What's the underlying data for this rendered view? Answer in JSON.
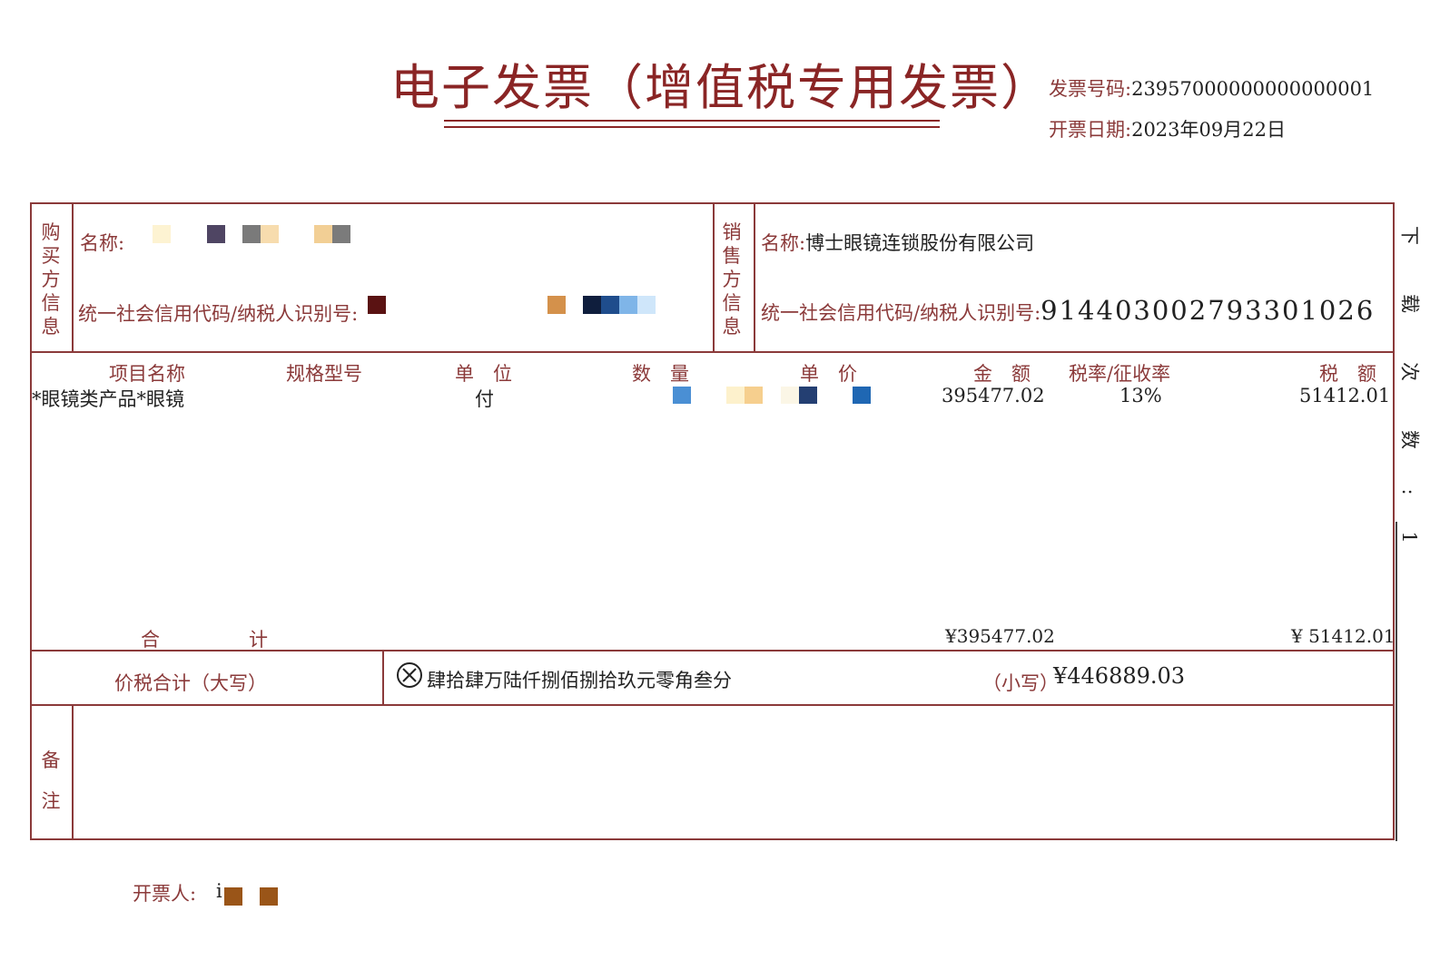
{
  "header": {
    "title": "电子发票（增值税专用发票）",
    "invoice_number_label": "发票号码:",
    "invoice_number": "23957000000000000001",
    "issue_date_label": "开票日期:",
    "issue_date": "2023年09月22日"
  },
  "buyer": {
    "section_label": [
      "购",
      "买",
      "方",
      "信",
      "息"
    ],
    "name_label": "名称:",
    "tax_id_label": "统一社会信用代码/纳税人识别号:"
  },
  "seller": {
    "section_label": [
      "销",
      "售",
      "方",
      "信",
      "息"
    ],
    "name_label": "名称:",
    "name": "博士眼镜连锁股份有限公司",
    "tax_id_label": "统一社会信用代码/纳税人识别号:",
    "tax_id": "91440300279330102б"
  },
  "items_header": {
    "name": "项目名称",
    "spec": "规格型号",
    "unit": "单　位",
    "qty": "数　量",
    "price": "单　价",
    "amount": "金　额",
    "rate": "税率/征收率",
    "tax": "税　额"
  },
  "items": [
    {
      "name": "*眼镜类产品*眼镜",
      "unit": "付",
      "amount": "395477.02",
      "rate": "13%",
      "tax": "51412.01"
    }
  ],
  "totals": {
    "label_1": "合",
    "label_2": "计",
    "amount": "¥395477.02",
    "tax": "¥ 51412.01"
  },
  "grand_total": {
    "label": "价税合计（大写）",
    "words": "肆拾肆万陆仟捌佰捌拾玖元零角叁分",
    "small_label": "（小写）",
    "small_value": "¥446889.03"
  },
  "remarks": {
    "label": [
      "备",
      "注"
    ]
  },
  "issuer": {
    "label": "开票人:",
    "partial": "i"
  },
  "side_text": [
    "下",
    "载",
    "次",
    "数",
    ":",
    "1"
  ],
  "colors": {
    "border": "#8b3a3a",
    "title": "#8a2525",
    "text": "#222222"
  }
}
